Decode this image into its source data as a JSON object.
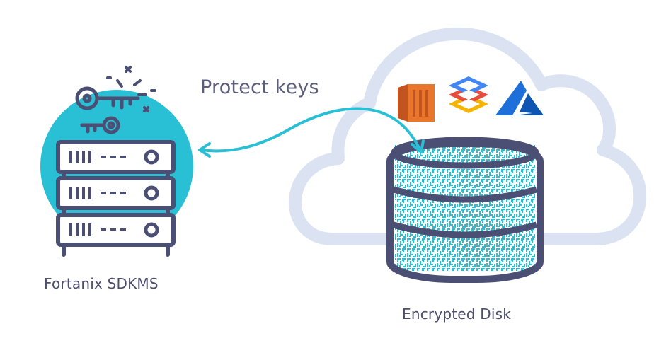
{
  "labels": {
    "connection": "Protect keys",
    "key_manager": "Fortanix SDKMS",
    "storage": "Encrypted Disk"
  },
  "colors": {
    "teal": "#29bfd5",
    "navy": "#4a4f73",
    "cloud": "#dbe3f2",
    "aws_orange": "#e9762b",
    "gcp_red": "#e74c3c",
    "gcp_yellow": "#f4b400",
    "gcp_blue": "#4285f4",
    "azure_blue": "#1e6fd9"
  },
  "icons": {
    "servers": "server-rack-icon",
    "keys": "key-icon",
    "disk": "encrypted-disk-icon",
    "aws": "aws-logo-icon",
    "gcp": "google-cloud-logo-icon",
    "azure": "azure-logo-icon"
  }
}
